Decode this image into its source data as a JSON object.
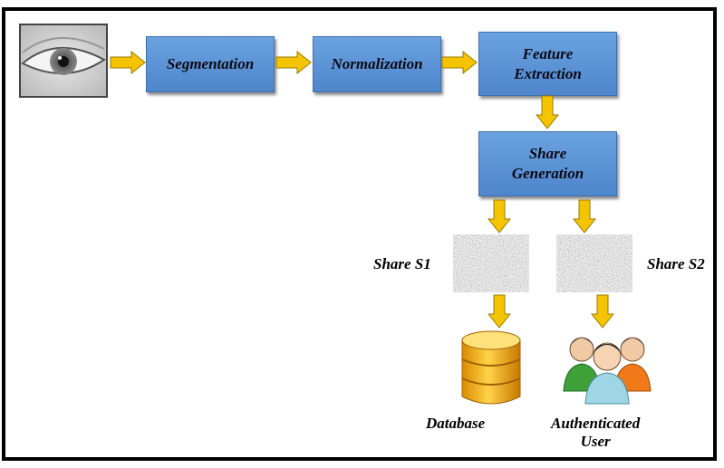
{
  "boxes": {
    "segmentation": "Segmentation",
    "normalization": "Normalization",
    "feature_extraction": "Feature\nExtraction",
    "share_generation": "Share\nGeneration"
  },
  "labels": {
    "share_s1": "Share S1",
    "share_s2": "Share S2",
    "database": "Database",
    "authenticated_user": "Authenticated\nUser"
  },
  "icons": [
    "eye-image-icon",
    "noise-share-icon",
    "database-icon",
    "users-group-icon"
  ],
  "colors": {
    "box_fill": "#5b93d8",
    "arrow_fill": "#f5c400",
    "database": "#f2a900"
  }
}
